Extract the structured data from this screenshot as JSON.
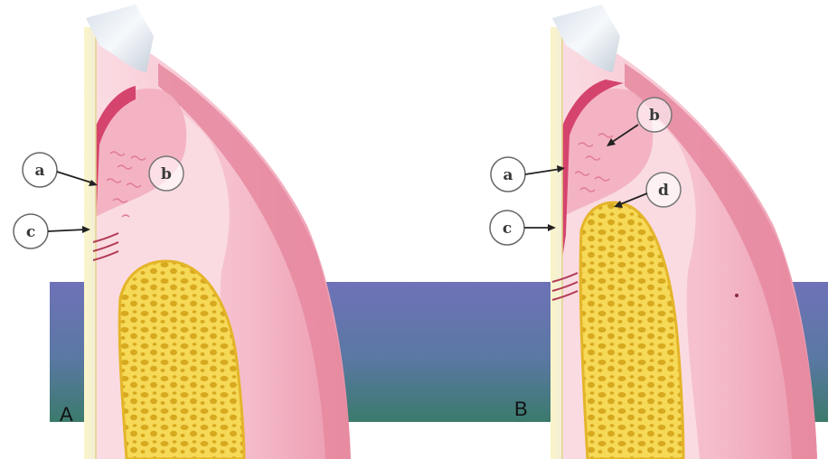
{
  "panels": [
    {
      "id": "A",
      "label": "A",
      "callouts": [
        {
          "key": "a",
          "text": "a"
        },
        {
          "key": "b",
          "text": "b"
        },
        {
          "key": "c",
          "text": "c"
        }
      ]
    },
    {
      "id": "B",
      "label": "B",
      "callouts": [
        {
          "key": "a",
          "text": "a"
        },
        {
          "key": "b",
          "text": "b"
        },
        {
          "key": "c",
          "text": "c"
        },
        {
          "key": "d",
          "text": "d"
        }
      ]
    }
  ],
  "colors": {
    "background_band_top": "#6f73b8",
    "background_band_bottom": "#3f7a6f",
    "gingiva_pink": "#f4b9c6",
    "gingiva_light": "#f9d7de",
    "gingiva_dark": "#e8879f",
    "inflamed_red": "#d5446d",
    "bone_yellow": "#f2cf3a",
    "bone_dark": "#c9a019",
    "tooth_enamel": "#f3f0dc",
    "crown_white": "#e9eef3"
  }
}
